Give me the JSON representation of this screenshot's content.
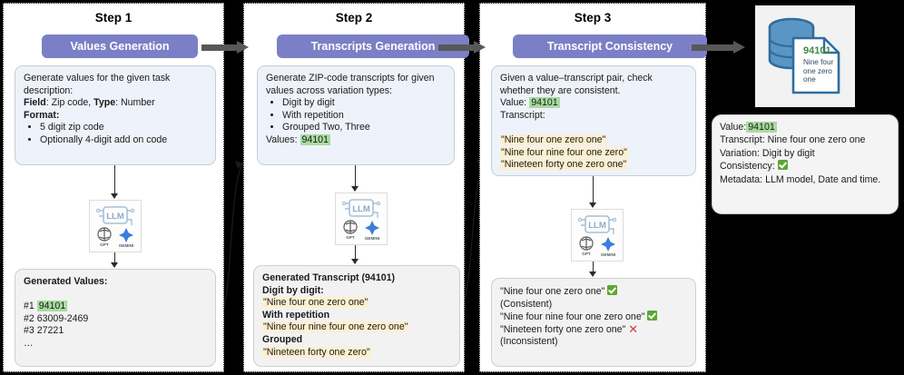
{
  "colors": {
    "pill": "#7b7fc6",
    "arrow": "#585858",
    "highlight_value": "#a8dba0",
    "highlight_transcript": "#fdf0cf",
    "check_green": "#5aa832",
    "cross_red": "#d33a2c",
    "db_blue": "#4a86b8",
    "db_number_green": "#3d8b3d"
  },
  "steps": [
    {
      "title": "Step 1",
      "pill": "Values Generation",
      "description": {
        "line1": "Generate values for the given task",
        "line2": "description:",
        "field_label": "Field",
        "field_value": ": Zip code, ",
        "type_label": "Type",
        "type_value": ": Number",
        "format_label": "Format",
        "format_colon": ":",
        "bullets": [
          "5 digit zip code",
          "Optionally 4-digit add on code"
        ]
      },
      "llm_icon": "llm-icon",
      "output": {
        "heading": "Generated Values:",
        "rows": [
          {
            "index": "#1",
            "value": "94101",
            "highlight": true
          },
          {
            "index": "#2",
            "value": "63009-2469",
            "highlight": false
          },
          {
            "index": "#3",
            "value": "27221",
            "highlight": false
          }
        ],
        "ellipsis": "…"
      }
    },
    {
      "title": "Step 2",
      "pill": "Transcripts Generation",
      "description": {
        "line1": "Generate ZIP-code transcripts for",
        "line2": "given values across variation types:",
        "bullets": [
          "Digit by digit",
          "With repetition",
          "Grouped Two, Three"
        ],
        "values_label": "Values: ",
        "values_value": "94101"
      },
      "llm_icon": "llm-icon",
      "output": {
        "heading": "Generated Transcript (94101)",
        "groups": [
          {
            "label": "Digit by digit:",
            "text": "\"Nine four one zero one\""
          },
          {
            "label": "With repetition",
            "text": "\"Nine four nine four one zero one\""
          },
          {
            "label": "Grouped",
            "text": "\"Nineteen forty one zero\""
          }
        ]
      }
    },
    {
      "title": "Step 3",
      "pill": "Transcript Consistency",
      "description": {
        "line1": "Given a value–transcript pair, check",
        "line2": "whether they are consistent.",
        "value_label": "Value:  ",
        "value_value": "94101",
        "transcript_label": "Transcript:",
        "transcripts": [
          "\"Nine four one zero one\"",
          "\"Nine four nine four one zero\"",
          "\"Nineteen forty one zero one\""
        ]
      },
      "llm_icon": "llm-icon",
      "output": {
        "rows": [
          {
            "text": "\"Nine four one zero one\"",
            "mark": "check",
            "note": " (Consistent)"
          },
          {
            "text": "\"Nine four nine four one zero one\"",
            "mark": "check",
            "note": ""
          },
          {
            "text": "\"Nineteen forty one zero one\"",
            "mark": "cross",
            "note": " (Inconsistent)"
          }
        ]
      }
    }
  ],
  "llm_icon": {
    "label": "LLM",
    "vendor_1": "GPT",
    "vendor_2": "GEMINI"
  },
  "database_icon": {
    "name": "database-document-icon",
    "doc_number": "94101",
    "doc_text": "Nine four one zero one"
  },
  "record": {
    "value_label": "Value:",
    "value_value": "94101",
    "transcript_label": "Transcript: ",
    "transcript_value": "Nine four one zero one",
    "variation_label": "Variation: ",
    "variation_value": "Digit by digit",
    "consistency_label": "Consistency: ",
    "metadata_label": "Metadata: ",
    "metadata_value": "LLM model, Date and time."
  }
}
